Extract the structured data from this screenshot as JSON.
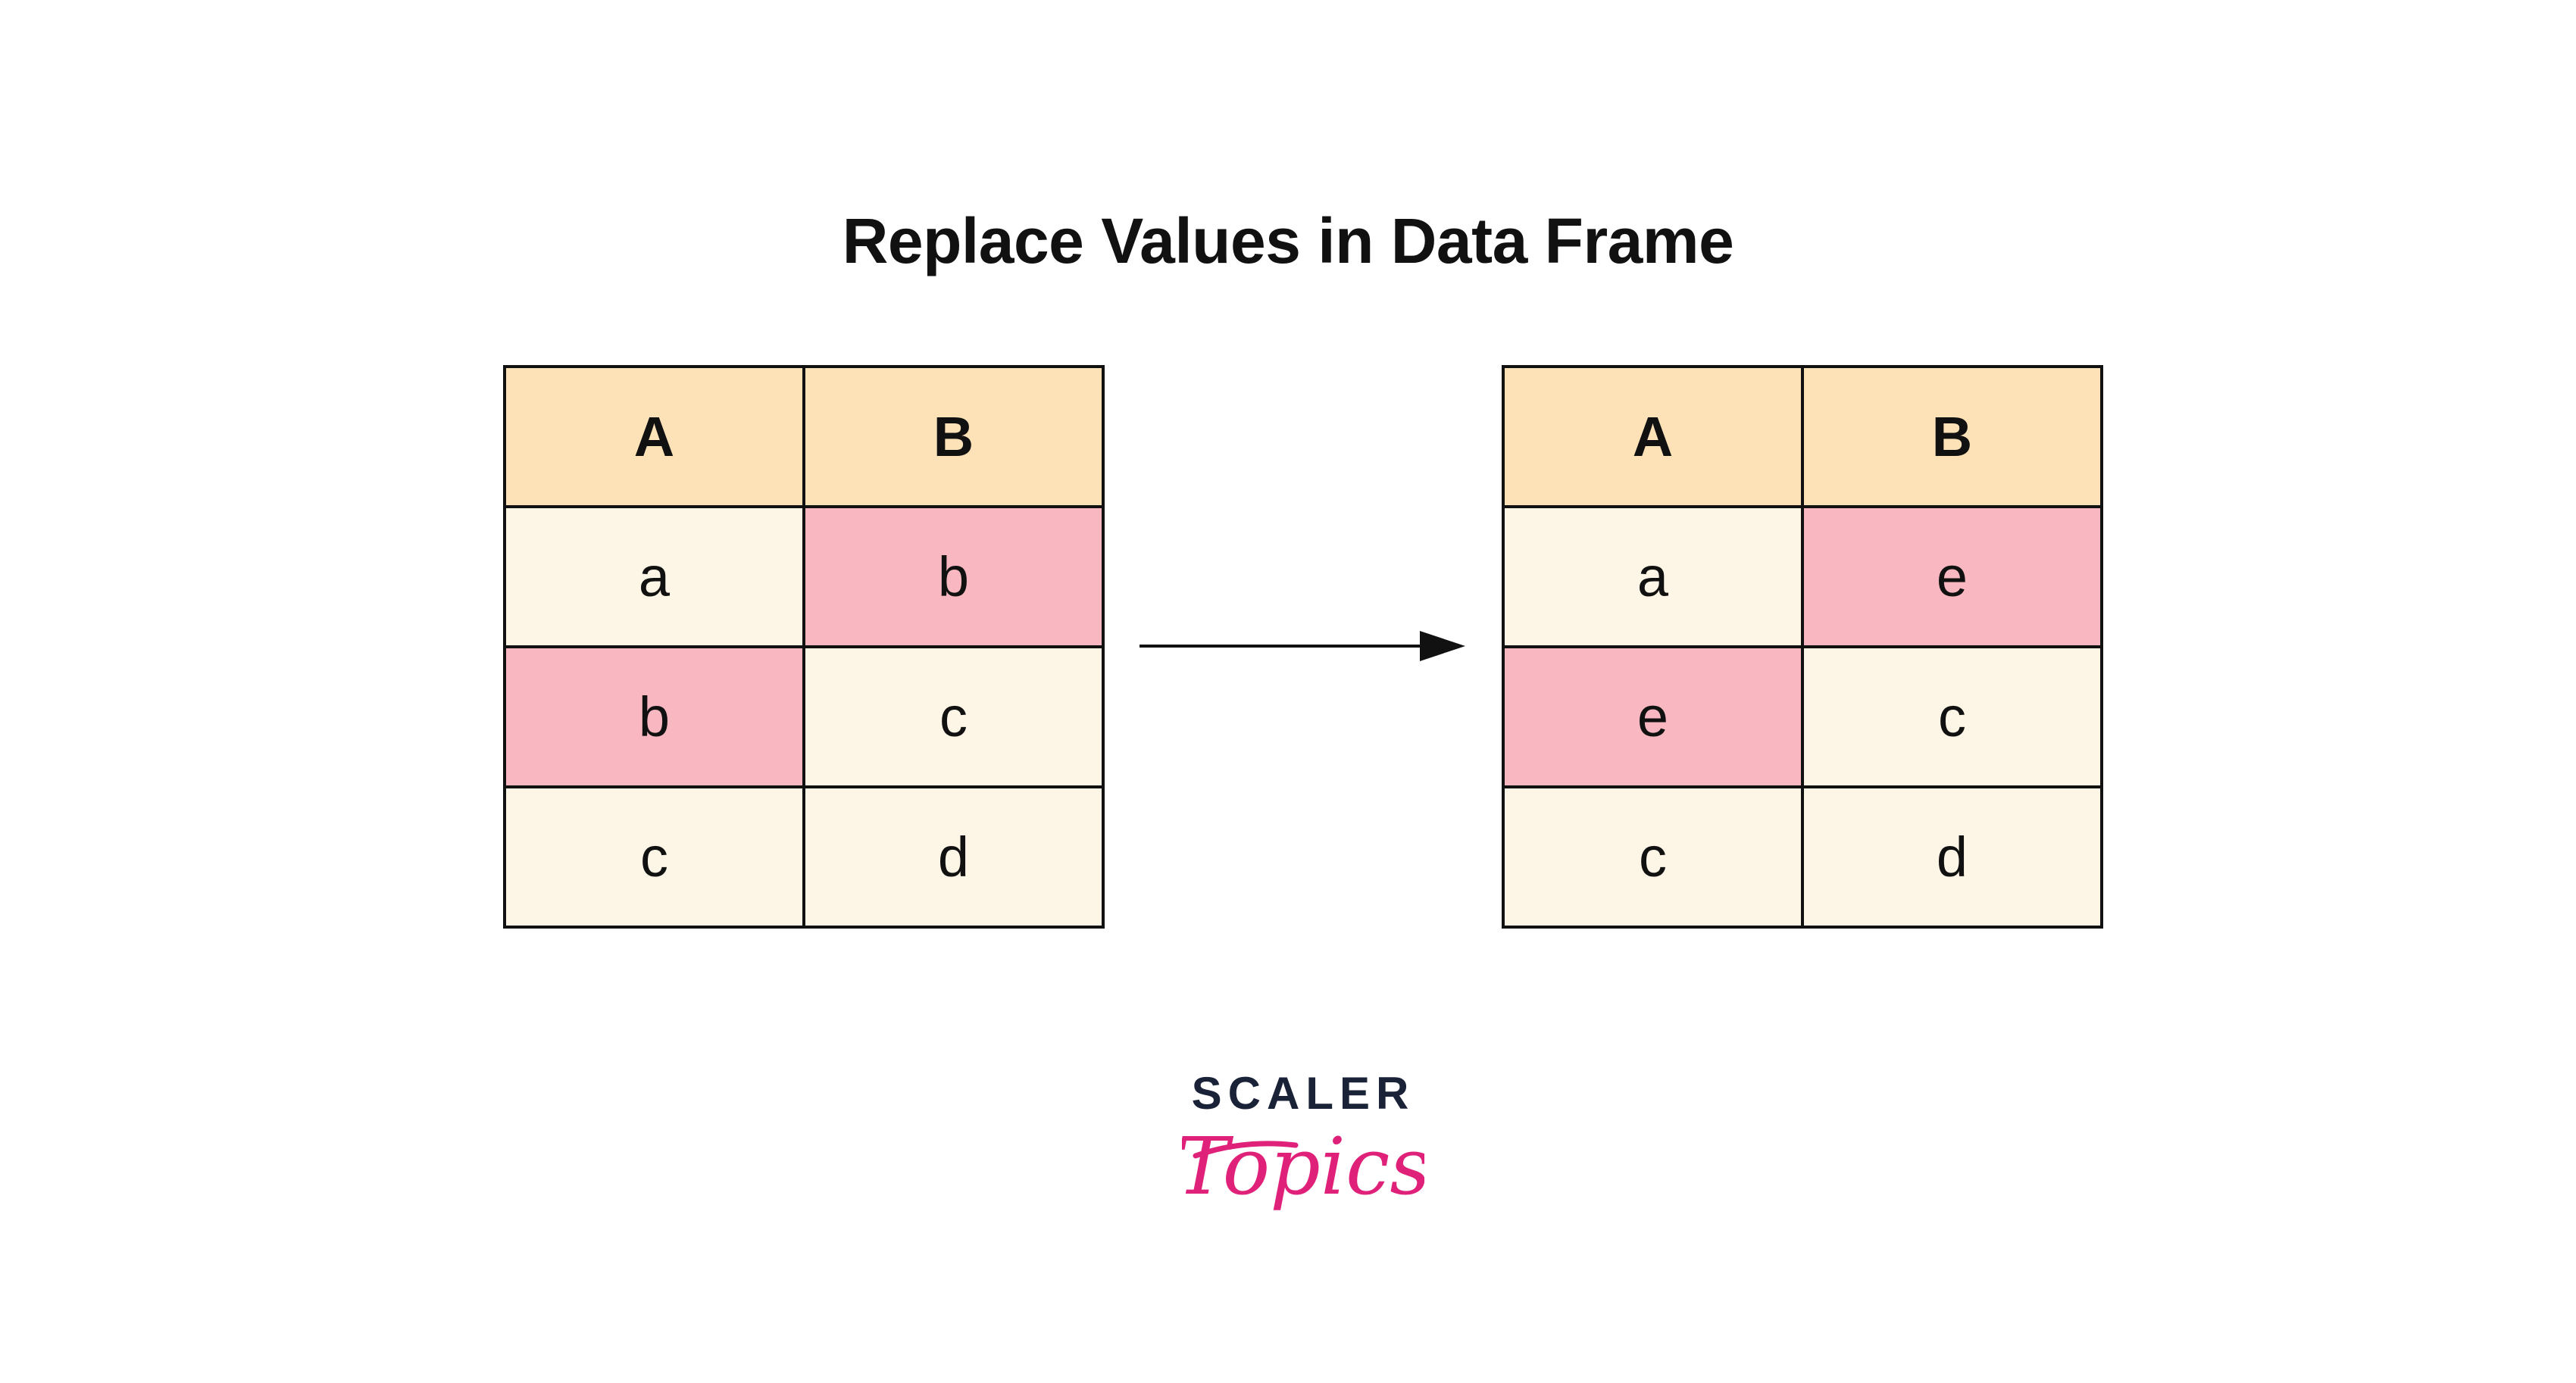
{
  "title": "Replace Values in Data Frame",
  "before_table": {
    "headers": [
      "A",
      "B"
    ],
    "rows": [
      [
        "a",
        "b"
      ],
      [
        "b",
        "c"
      ],
      [
        "c",
        "d"
      ]
    ],
    "highlighted_cells": [
      [
        0,
        1
      ],
      [
        1,
        0
      ]
    ]
  },
  "after_table": {
    "headers": [
      "A",
      "B"
    ],
    "rows": [
      [
        "a",
        "e"
      ],
      [
        "e",
        "c"
      ],
      [
        "c",
        "d"
      ]
    ],
    "highlighted_cells": [
      [
        0,
        1
      ],
      [
        1,
        0
      ]
    ]
  },
  "arrow_icon": "right-arrow-icon",
  "logo": {
    "line1": "SCALER",
    "line2": "Topics"
  },
  "colors": {
    "header_fill": "#fde2b8",
    "cell_fill": "#fdf5e6",
    "highlight_fill": "#f9b8c1",
    "logo_dark": "#1a2238",
    "logo_pink": "#e0217a"
  }
}
